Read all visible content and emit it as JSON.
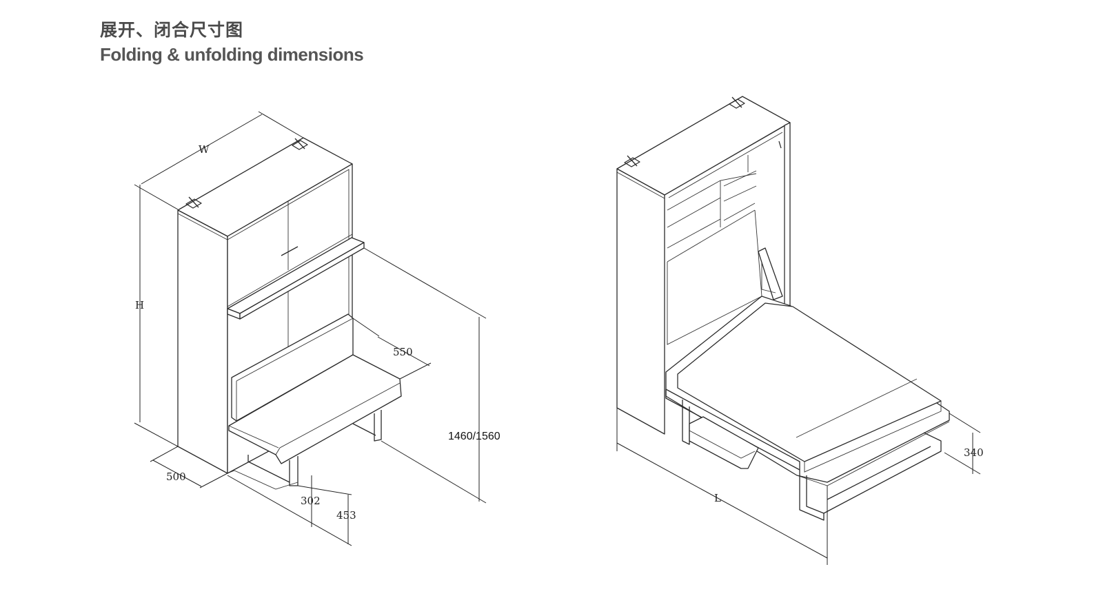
{
  "header": {
    "title_cn": "展开、闭合尺寸图",
    "title_en": "Folding & unfolding dimensions"
  },
  "left_view": {
    "labels": {
      "width": "W",
      "height": "H",
      "depth": "500",
      "seat_depth": "550",
      "unfolded_length": "1460/1560",
      "seat_height_a": "302",
      "seat_height_b": "453"
    }
  },
  "right_view": {
    "labels": {
      "length": "L",
      "bed_height": "340"
    }
  },
  "colors": {
    "line": "#2a2a2a",
    "title": "#4a4a4a"
  }
}
